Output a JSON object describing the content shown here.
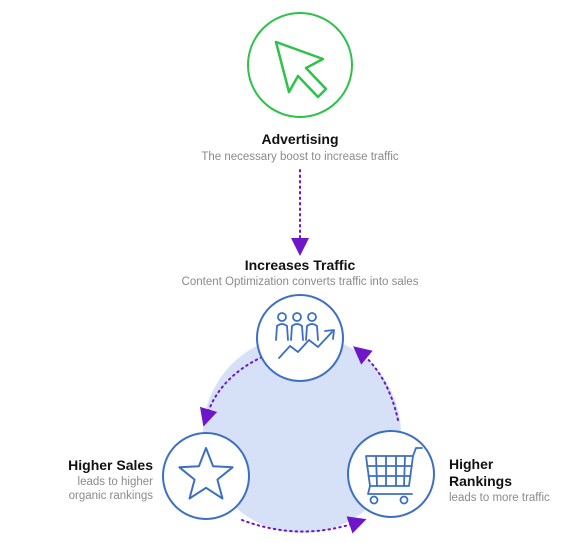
{
  "colors": {
    "advertising_ring": "#2ec24a",
    "node_ring": "#3c6fc4",
    "cycle_fill": "#d6e0f7",
    "arrow": "#6e16c8"
  },
  "nodes": {
    "advertising": {
      "icon": "cursor-arrow-icon",
      "title": "Advertising",
      "subtitle": "The necessary boost to increase traffic"
    },
    "traffic": {
      "icon": "people-growth-icon",
      "title": "Increases Traffic",
      "subtitle": "Content Optimization converts traffic into sales"
    },
    "sales": {
      "icon": "star-icon",
      "title": "Higher Sales",
      "subtitle_line1": "leads to higher",
      "subtitle_line2": "organic rankings"
    },
    "rankings": {
      "icon": "shopping-cart-icon",
      "title_line1": "Higher",
      "title_line2": "Rankings",
      "subtitle": "leads to more traffic"
    }
  }
}
